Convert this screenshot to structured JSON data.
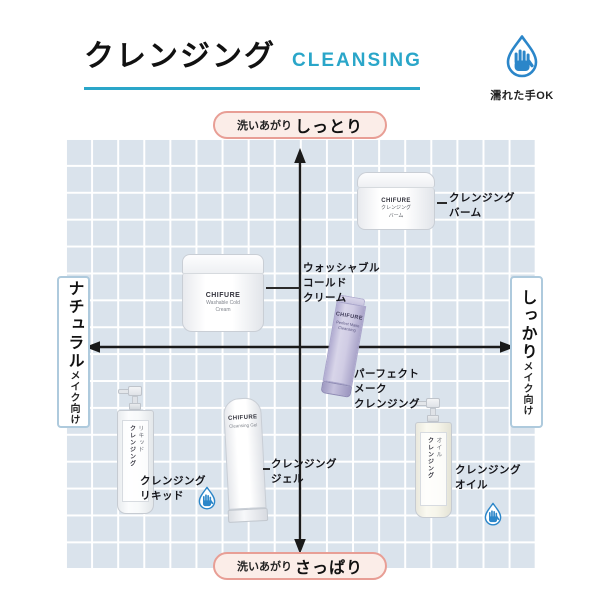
{
  "header": {
    "title_jp": "クレンジング",
    "title_en": "CLEANSING",
    "wet_note": "濡れた手OK"
  },
  "quadrant": {
    "top": {
      "small": "洗いあがり",
      "big": "しっとり"
    },
    "bottom": {
      "small": "洗いあがり",
      "big": "さっぱり"
    },
    "left": {
      "big": "ナチュラル",
      "sub": "メイク向け"
    },
    "right": {
      "big": "しっかり",
      "sub": "メイク向け"
    }
  },
  "products": {
    "balm": {
      "callout": [
        "クレンジング",
        "バーム"
      ],
      "pack": [
        "CHIFURE",
        "クレンジング",
        "バーム"
      ]
    },
    "cream": {
      "callout": [
        "ウォッシャブル",
        "コールド",
        "クリーム"
      ],
      "pack": [
        "CHIFURE",
        "Washable Cold",
        "Cream"
      ]
    },
    "perfect": {
      "callout": [
        "パーフェクト",
        "メーク",
        "クレンジング"
      ],
      "pack": [
        "CHIFURE",
        "Perfect Make Cleansing"
      ]
    },
    "liquid": {
      "callout": [
        "クレンジング",
        "リキッド"
      ],
      "pack": [
        "クレンジング",
        "リキッド"
      ]
    },
    "gel": {
      "callout": [
        "クレンジング",
        "ジェル"
      ],
      "pack": [
        "CHIFURE",
        "Cleansing Gel"
      ]
    },
    "oil": {
      "callout": [
        "クレンジング",
        "オイル"
      ],
      "pack": [
        "クレンジング",
        "オイル"
      ]
    }
  },
  "colors": {
    "accent_teal": "#2AA6C9",
    "pink_border": "#E89E95",
    "pink_bg": "#FBEDE8",
    "blue_border": "#AECADD",
    "grid_bg": "#DAE3EC",
    "grid_line": "#FFFFFF",
    "wet_blue": "#2B86C9",
    "axis_black": "#1A1A1A",
    "tube_purple": "#BFBBDB"
  }
}
